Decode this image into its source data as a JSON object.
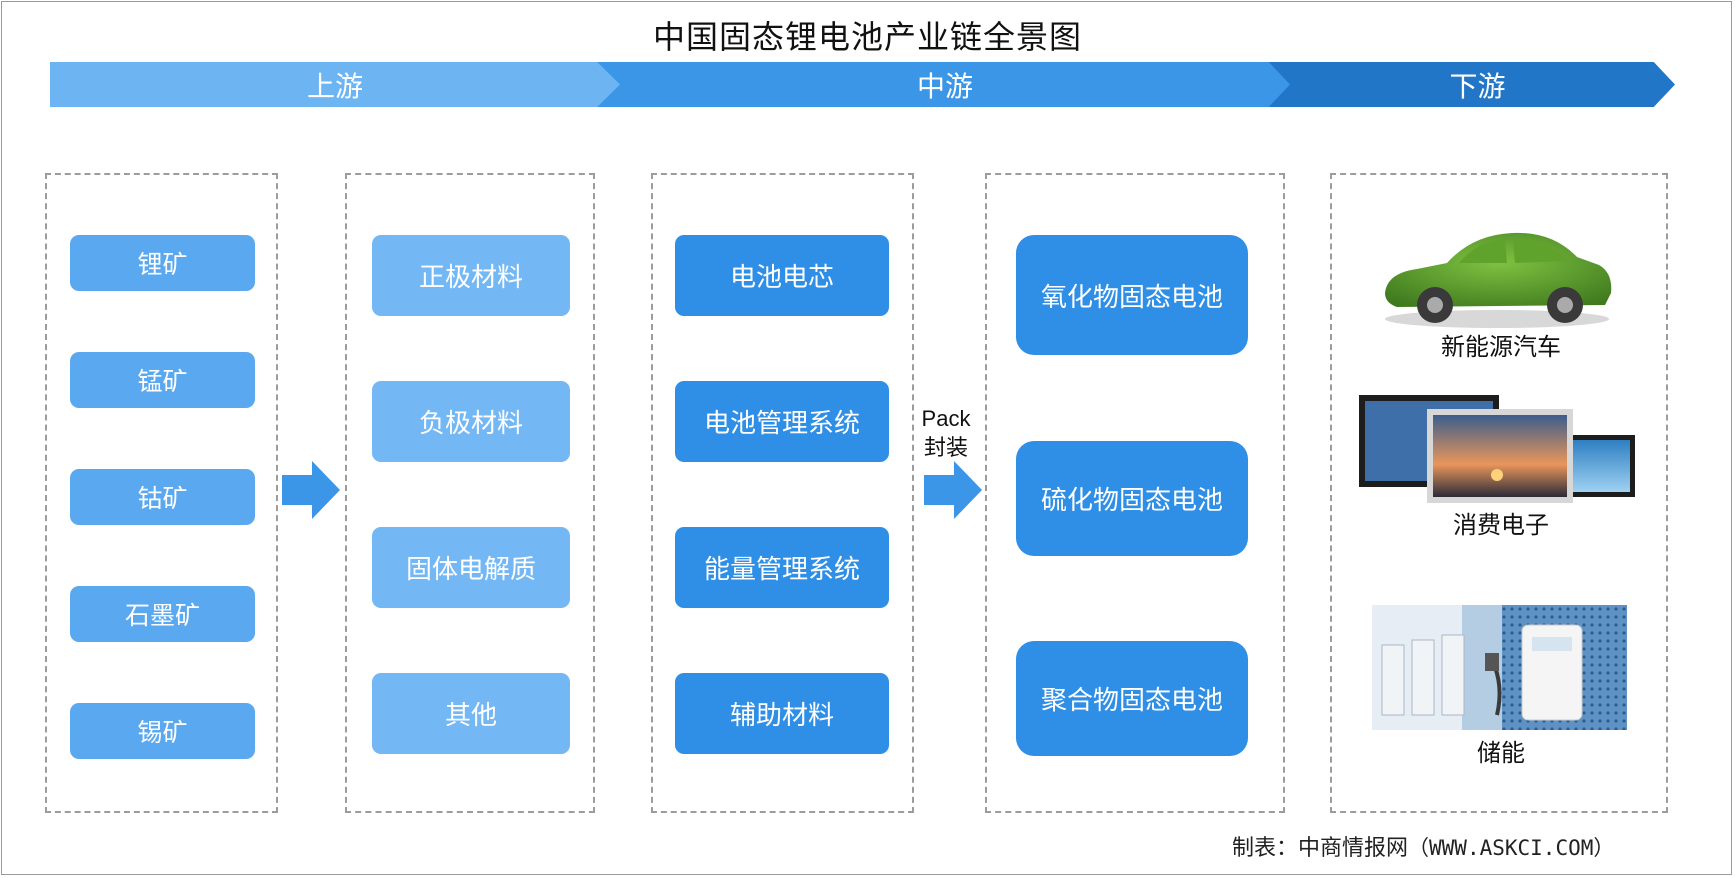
{
  "title": "中国固态锂电池产业链全景图",
  "bands": {
    "upstream": "上游",
    "midstream": "中游",
    "downstream": "下游"
  },
  "col_minerals": [
    "锂矿",
    "锰矿",
    "钴矿",
    "石墨矿",
    "锡矿"
  ],
  "col_materials": [
    "正极材料",
    "负极材料",
    "固体电解质",
    "其他"
  ],
  "col_components": [
    "电池电芯",
    "电池管理系统",
    "能量管理系统",
    "辅助材料"
  ],
  "pack": {
    "word": "Pack",
    "label": "封装"
  },
  "col_batteries": [
    "氧化物固态电池",
    "硫化物固态电池",
    "聚合物固态电池"
  ],
  "col_applications": [
    "新能源汽车",
    "消费电子",
    "储能"
  ],
  "source": {
    "prefix": "制表：中商情报网",
    "url": "（WWW.ASKCI.COM）"
  },
  "colors": {
    "band_up": "#6cb4f2",
    "band_mid": "#3b96e8",
    "band_down": "#2276c8",
    "accent": "#2f8fe6"
  }
}
